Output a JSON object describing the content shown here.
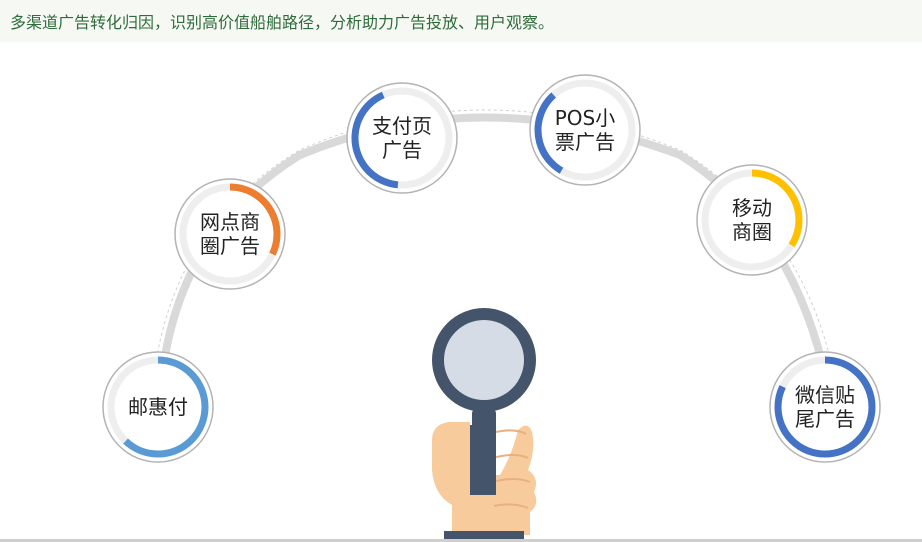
{
  "header": {
    "description": "多渠道广告转化归因，识别高价值船舶路径，分析助力广告投放、用户观察。"
  },
  "nodes": [
    {
      "id": "youhuifu",
      "lines": [
        "邮惠付"
      ],
      "color": "#5b9bd5",
      "progress": 0.62
    },
    {
      "id": "wangdian",
      "lines": [
        "网点商",
        "圈广告"
      ],
      "color": "#ed7d31",
      "progress": 0.32
    },
    {
      "id": "zhifuye",
      "lines": [
        "支付页",
        "广告"
      ],
      "color": "#4472c4",
      "progress": 0.42
    },
    {
      "id": "pos",
      "lines": [
        "POS小",
        "票广告"
      ],
      "color": "#4472c4",
      "progress": 0.3
    },
    {
      "id": "yidong",
      "lines": [
        "移动",
        "商圈"
      ],
      "color": "#ffc000",
      "progress": 0.34
    },
    {
      "id": "weixin",
      "lines": [
        "微信贴",
        "尾广告"
      ],
      "color": "#4472c4",
      "progress": 0.82
    }
  ],
  "colors": {
    "arc": "#d9d9d9",
    "ring_track": "#eeeeee",
    "outer_ring": "#b3b3b3",
    "magnifier_frame": "#44546a",
    "magnifier_glass": "#d6dce5",
    "hand": "#f8cb9c"
  },
  "icons": {
    "magnifier": "magnifier-in-hand-icon"
  }
}
